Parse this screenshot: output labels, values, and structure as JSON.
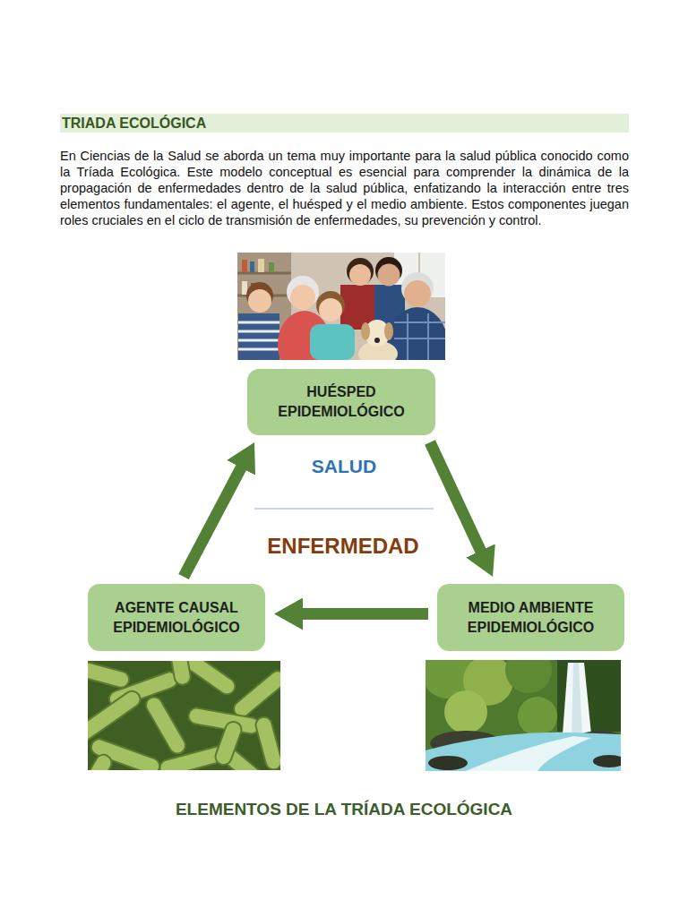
{
  "diagram": {
    "title": "TRIADA ECOLÓGICA",
    "caption": "ELEMENTOS DE LA TRÍADA ECOLÓGICA",
    "nodes": [
      {
        "text": [
          "HUÉSPED EPIDEMIOLÓGICO"
        ]
      },
      {
        "text": [
          "AGENTE CAUSAL EPIDEMIOLÓGICO"
        ]
      },
      {
        "text": [
          "MEDIO AMBIENTE EPIDEMIOLÓGICO"
        ]
      }
    ],
    "edges": [
      {
        "from": 0,
        "to": 2,
        "arrow": "to"
      },
      {
        "from": 2,
        "to": 1,
        "arrow": "to"
      },
      {
        "from": 1,
        "to": 0,
        "arrow": "to"
      }
    ],
    "labels": [
      "En Ciencias de la Salud se aborda un tema muy importante para la salud pública conocido como la Tríada Ecológica. Este modelo conceptual es esencial para comprender la dinámica de la propagación de enfermedades dentro de la salud pública, enfatizando la interacción entre tres elementos fundamentales: el agente, el huésped y el medio ambiente. Estos componentes juegan roles cruciales en el ciclo de transmisión de enfermedades, su prevención y control.",
      "SALUD",
      "ENFERMEDAD"
    ]
  }
}
